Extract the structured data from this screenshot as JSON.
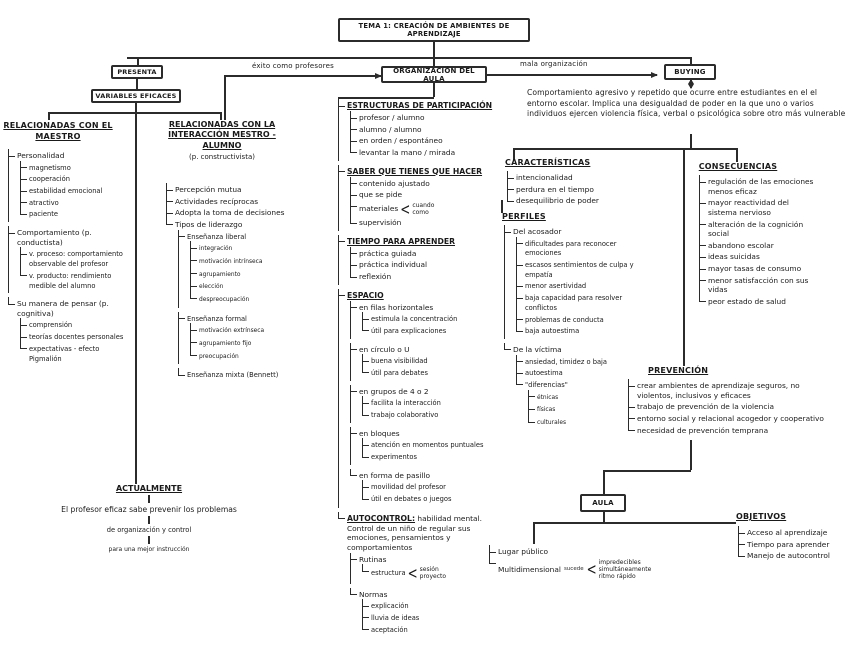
{
  "title": "TEMA 1: CREACIÓN DE AMBIENTES DE APRENDIZAJE",
  "nodes": {
    "presenta": "PRESENTA",
    "variables": "VARIABLES EFICACES",
    "organizacion": "ORGANIZACIÓN DEL AULA",
    "bullying": "BUYING",
    "aula": "AULA"
  },
  "edges": {
    "exito": "éxito como profesores",
    "mala": "mala organización"
  },
  "bullying_desc": "Comportamiento agresivo y repetido que ocurre entre estudiantes en el el entorno escolar. Implica una desigualdad de poder en la que uno o varios individuos ejercen violencia física, verbal o psicológica sobre otro más vulnerable",
  "actualmente": {
    "heading": "ACTUALMENTE",
    "line1": "El profesor eficaz sabe prevenir los problemas",
    "line2": "de organización y control",
    "line3": "para una mejor instrucción"
  },
  "sections": {
    "maestro": {
      "heading": "RELACIONADAS CON EL MAESTRO",
      "tree": [
        {
          "t": "Personalidad",
          "c": [
            {
              "t": "magnetismo",
              "small": true
            },
            {
              "t": "cooperación",
              "small": true
            },
            {
              "t": "estabilidad emocional",
              "small": true
            },
            {
              "t": "atractivo",
              "small": true
            },
            {
              "t": "paciente",
              "small": true
            }
          ]
        },
        {
          "t": "Comportamiento (p. conductista)",
          "gap": true,
          "c": [
            {
              "t": "v. proceso: comportamiento observable del profesor",
              "small": true
            },
            {
              "t": "v. producto: rendimiento medible del alumno",
              "small": true
            }
          ]
        },
        {
          "t": "Su manera de pensar (p. cognitiva)",
          "gap": true,
          "c": [
            {
              "t": "comprensión",
              "small": true
            },
            {
              "t": "teorías docentes personales",
              "small": true
            },
            {
              "t": "expectativas - efecto Pigmalión",
              "small": true
            }
          ]
        }
      ]
    },
    "interaccion": {
      "heading": "RELACIONADAS CON LA INTERACCIÓN MESTRO - ALUMNO",
      "note": "(p. constructivista)",
      "tree": [
        {
          "t": "Percepción mutua"
        },
        {
          "t": "Actividades recíprocas"
        },
        {
          "t": "Adopta la toma de decisiones"
        },
        {
          "t": "Tipos de liderazgo",
          "c": [
            {
              "t": "Enseñanza liberal",
              "small": true,
              "c": [
                {
                  "t": "integración",
                  "tiny": true
                },
                {
                  "t": "motivación intrínseca",
                  "tiny": true
                },
                {
                  "t": "agrupamiento",
                  "tiny": true
                },
                {
                  "t": "elección",
                  "tiny": true
                },
                {
                  "t": "despreocupación",
                  "tiny": true
                }
              ]
            },
            {
              "t": "Enseñanza formal",
              "small": true,
              "gap": true,
              "c": [
                {
                  "t": "motivación extrínseca",
                  "tiny": true
                },
                {
                  "t": "agrupamiento fijo",
                  "tiny": true
                },
                {
                  "t": "preocupación",
                  "tiny": true
                }
              ]
            },
            {
              "t": "Enseñanza mixta (Bennett)",
              "small": true,
              "gap": true
            }
          ]
        }
      ]
    },
    "organizacion_tree": [
      {
        "t": "ESTRUCTURAS DE PARTICIPACIÓN",
        "h": true,
        "c": [
          {
            "t": "profesor / alumno"
          },
          {
            "t": "alumno / alumno"
          },
          {
            "t": "en orden / espontáneo"
          },
          {
            "t": "levantar la mano / mirada"
          }
        ]
      },
      {
        "t": "SABER QUE TIENES QUE HACER",
        "h": true,
        "gap": true,
        "c": [
          {
            "t": "contenido ajustado"
          },
          {
            "t": "que se pide"
          },
          {
            "t": "materiales",
            "fork": [
              "cuando",
              "como"
            ]
          },
          {
            "t": "supervisión"
          }
        ]
      },
      {
        "t": "TIEMPO PARA APRENDER",
        "h": true,
        "gap": true,
        "c": [
          {
            "t": "práctica guiada"
          },
          {
            "t": "práctica individual"
          },
          {
            "t": "reflexión"
          }
        ]
      },
      {
        "t": "ESPACIO",
        "h": true,
        "gap": true,
        "c": [
          {
            "t": "en filas horizontales",
            "c": [
              {
                "t": "estimula la concentración",
                "small": true
              },
              {
                "t": "útil para explicaciones",
                "small": true
              }
            ]
          },
          {
            "t": "en círculo o U",
            "gap": true,
            "c": [
              {
                "t": "buena visibilidad",
                "small": true
              },
              {
                "t": "útil para debates",
                "small": true
              }
            ]
          },
          {
            "t": "en grupos de 4 o 2",
            "gap": true,
            "c": [
              {
                "t": "facilita la interacción",
                "small": true
              },
              {
                "t": "trabajo colaborativo",
                "small": true
              }
            ]
          },
          {
            "t": "en bloques",
            "gap": true,
            "c": [
              {
                "t": "atención en momentos puntuales",
                "small": true
              },
              {
                "t": "experimentos",
                "small": true
              }
            ]
          },
          {
            "t": "en forma de pasillo",
            "gap": true,
            "c": [
              {
                "t": "movilidad del profesor",
                "small": true
              },
              {
                "t": "útil en debates o juegos",
                "small": true
              }
            ]
          }
        ]
      },
      {
        "t": "AUTOCONTROL:",
        "h": true,
        "gap": true,
        "t2": "habilidad mental. Control de un niño de regular sus emociones, pensamientos y comportamientos",
        "c": [
          {
            "t": "Rutinas",
            "c": [
              {
                "t": "estructura",
                "small": true,
                "fork": [
                  "sesión",
                  "proyecto"
                ]
              }
            ]
          },
          {
            "t": "Normas",
            "gap": true,
            "c": [
              {
                "t": "explicación",
                "small": true
              },
              {
                "t": "lluvia de ideas",
                "small": true
              },
              {
                "t": "aceptación",
                "small": true
              }
            ]
          }
        ]
      }
    ],
    "caracteristicas": {
      "heading": "CARACTERÍSTICAS",
      "tree": [
        {
          "t": "intencionalidad"
        },
        {
          "t": "perdura en el tiempo"
        },
        {
          "t": "desequilibrio de poder"
        }
      ]
    },
    "perfiles": {
      "heading": "PERFILES",
      "tree": [
        {
          "t": "Del acosador",
          "c": [
            {
              "t": "dificultades para reconocer emociones",
              "small": true
            },
            {
              "t": "escasos sentimientos de culpa y empatía",
              "small": true
            },
            {
              "t": "menor asertividad",
              "small": true
            },
            {
              "t": "baja capacidad para resolver conflictos",
              "small": true
            },
            {
              "t": "problemas de conducta",
              "small": true
            },
            {
              "t": "baja autoestima",
              "small": true
            }
          ]
        },
        {
          "t": "De la víctima",
          "gap": true,
          "c": [
            {
              "t": "ansiedad, timidez o baja",
              "small": true
            },
            {
              "t": "autoestima",
              "small": true
            },
            {
              "t": "\"diferencias\"",
              "small": true,
              "c": [
                {
                  "t": "étnicas",
                  "tiny": true
                },
                {
                  "t": "físicas",
                  "tiny": true
                },
                {
                  "t": "culturales",
                  "tiny": true
                }
              ]
            }
          ]
        }
      ]
    },
    "consecuencias": {
      "heading": "CONSECUENCIAS",
      "tree": [
        {
          "t": "regulación de las emociones menos eficaz"
        },
        {
          "t": "mayor reactividad del sistema nervioso"
        },
        {
          "t": "alteración de la cognición social"
        },
        {
          "t": "abandono escolar"
        },
        {
          "t": "ideas suicidas"
        },
        {
          "t": "mayor tasas de consumo"
        },
        {
          "t": "menor satisfacción con sus vidas"
        },
        {
          "t": "peor estado de salud"
        }
      ]
    },
    "prevencion": {
      "heading": "PREVENCIÓN",
      "tree": [
        {
          "t": "crear ambientes de aprendizaje seguros, no violentos, inclusivos y eficaces"
        },
        {
          "t": "trabajo de prevención de la violencia"
        },
        {
          "t": "entorno social y relacional acogedor y cooperativo"
        },
        {
          "t": "necesidad de prevención temprana"
        }
      ]
    },
    "aula_tree": [
      {
        "t": "Lugar público"
      },
      {
        "t": "Multidimensional",
        "note": "sucede",
        "fork": [
          "impredecibles",
          "simultáneamente",
          "ritmo rápido"
        ]
      }
    ],
    "objetivos": {
      "heading": "OBJETIVOS",
      "tree": [
        {
          "t": "Acceso al aprendizaje"
        },
        {
          "t": "Tiempo para aprender"
        },
        {
          "t": "Manejo de autocontrol"
        }
      ]
    }
  }
}
